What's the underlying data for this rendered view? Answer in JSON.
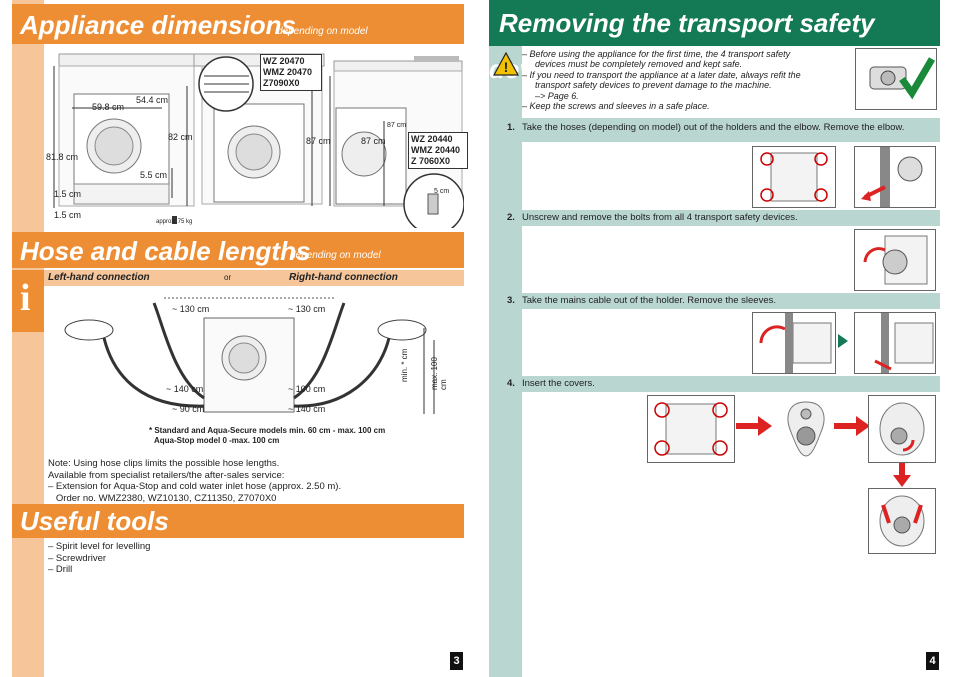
{
  "left": {
    "dims": {
      "title": "Appliance dimensions",
      "subtitle": "depending on model",
      "labels": {
        "w598": "59.8 cm",
        "w544": "54.4 cm",
        "h818": "81.8 cm",
        "d82": "82 cm",
        "d55": "5.5 cm",
        "d15a": "1.5 cm",
        "d15b": "1.5 cm",
        "h87a": "87 cm",
        "h87b": "87 cm",
        "h87c": "87 cm",
        "d5": "5 cm",
        "weight": "approx. 75 kg"
      },
      "model_box1": [
        "WZ 20470",
        "WMZ 20470",
        "Z7090X0"
      ],
      "model_box2": [
        "WZ 20440",
        "WMZ 20440",
        "Z 7060X0"
      ]
    },
    "hose": {
      "title": "Hose and cable lengths",
      "subtitle": "depending on model",
      "left_conn": "Left-hand connection",
      "or": "or",
      "right_conn": "Right-hand connection",
      "labels": {
        "l130a": "~ 130 cm",
        "l130b": "~ 130 cm",
        "l140a": "~ 140 cm",
        "l100": "~ 100 cm",
        "l90": "~ 90 cm",
        "l140b": "~ 140 cm",
        "min": "min. * cm",
        "max": "max. 100 cm"
      },
      "footnote1": "* Standard and Aqua-Secure models min. 60 cm - max. 100 cm",
      "footnote2": "Aqua-Stop model 0 -max. 100 cm",
      "note_lines": [
        "Note: Using hose clips limits the possible hose lengths.",
        "Available from specialist retailers/the after-sales service:",
        "– Extension for Aqua-Stop and cold water inlet hose (approx. 2.50 m).",
        "   Order no. WMZ2380, WZ10130, CZ11350, Z7070X0"
      ]
    },
    "tools": {
      "title": "Useful tools",
      "items": [
        "– Spirit level for levelling",
        "– Screwdriver",
        "– Drill"
      ]
    },
    "page_number": "3"
  },
  "right": {
    "title": "Removing the transport safety devices",
    "warnings": [
      "– Before using the appliance for the first time, the 4 transport safety",
      "devices must be completely removed and kept safe.",
      "– If you need to transport the appliance at a later date, always refit the",
      "transport safety devices to prevent damage to the machine.",
      "–> Page 6.",
      "– Keep the screws and sleeves in a safe place."
    ],
    "steps": [
      {
        "n": "1.",
        "text": "Take the hoses (depending on model) out of the holders and the elbow. Remove the elbow."
      },
      {
        "n": "2.",
        "text": "Unscrew and remove the bolts from all 4 transport safety devices."
      },
      {
        "n": "3.",
        "text": "Take the mains cable out of the holder. Remove the sleeves."
      },
      {
        "n": "4.",
        "text": "Insert the covers."
      }
    ],
    "page_number": "4"
  },
  "colors": {
    "orange": "#ee8e34",
    "peach": "#f6c59a",
    "green": "#147a55",
    "mint": "#b9d6d1"
  }
}
